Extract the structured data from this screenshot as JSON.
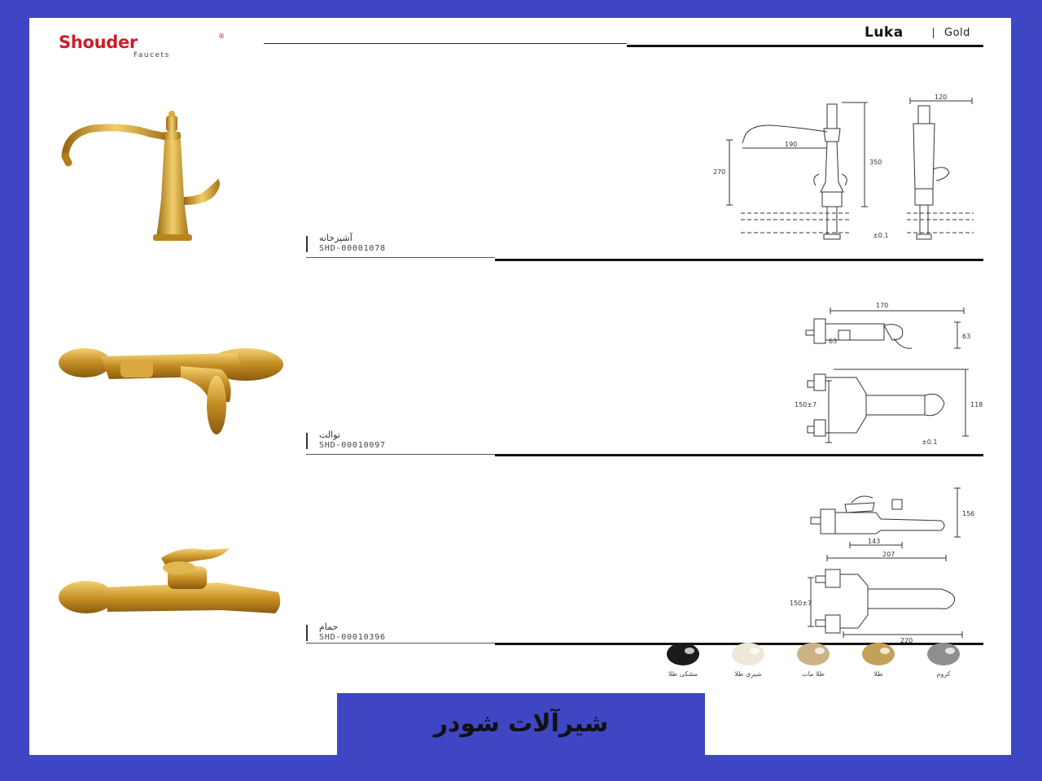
{
  "brand": {
    "name": "Shouder",
    "sub": "Faucets",
    "reg": "®"
  },
  "header": {
    "collection": "Luka",
    "finish": "Gold"
  },
  "products": [
    {
      "name": "آشپزخانه",
      "code": "SHD-00001078"
    },
    {
      "name": "توالت",
      "code": "SHD-00010097"
    },
    {
      "name": "حمام",
      "code": "SHD-00010396"
    }
  ],
  "drawings": {
    "kitchen": {
      "d1": "190",
      "d2": "270",
      "d3": "350",
      "d4": "120",
      "d5": "±0.1"
    },
    "toilet": {
      "d1": "170",
      "d2": "63",
      "d3": "63",
      "d4": "150±7",
      "d5": "118",
      "d6": "±0.1"
    },
    "bath": {
      "d1": "156",
      "d2": "143",
      "d3": "207",
      "d4": "150±7",
      "d5": "220"
    }
  },
  "swatches": [
    {
      "label": "مشکی طلا",
      "color": "#1b1b1b"
    },
    {
      "label": "شیری طلا",
      "color": "#efe8d8"
    },
    {
      "label": "طلا مات",
      "color": "#cdb286"
    },
    {
      "label": "طلا",
      "color": "#c4a159"
    },
    {
      "label": "کروم",
      "color": "#8e8e8e"
    }
  ],
  "footer": {
    "title": "شیرآلات شودر"
  },
  "colors": {
    "background": "#3f46c4",
    "gold": "#d4a233",
    "brand": "#c8202a"
  }
}
